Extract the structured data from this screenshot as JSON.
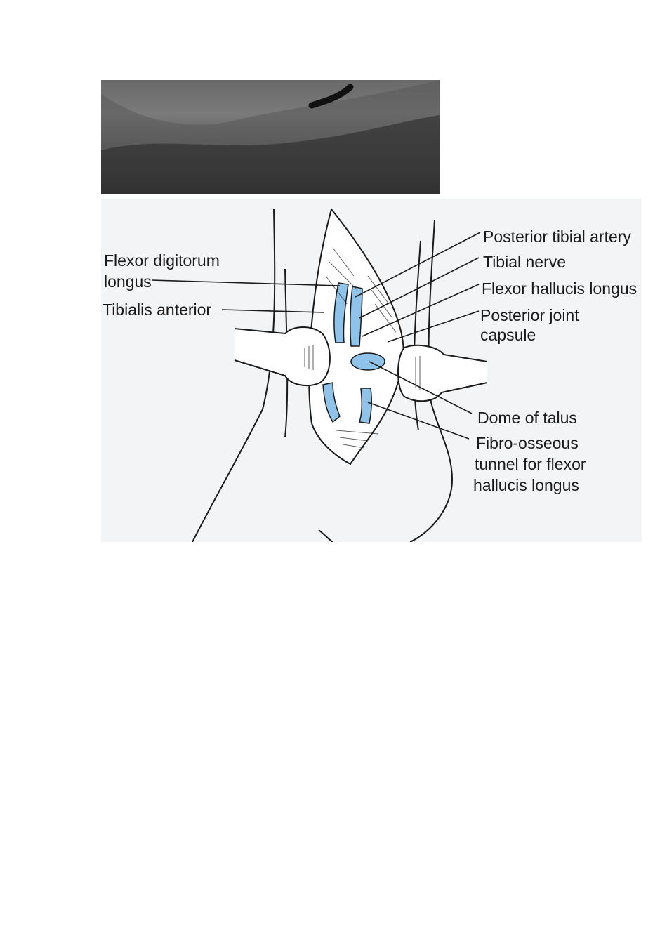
{
  "labels": {
    "flexor_digitorum_1": "Flexor digitorum",
    "flexor_digitorum_2": "longus",
    "tibialis_anterior": "Tibialis anterior",
    "posterior_tibial_artery": "Posterior tibial artery",
    "tibial_nerve": "Tibial nerve",
    "flexor_hallucis_longus": "Flexor hallucis longus",
    "posterior_joint_1": "Posterior joint",
    "posterior_joint_2": "capsule",
    "dome_of_talus": "Dome of talus",
    "fibro_1": "Fibro-osseous",
    "fibro_2": "tunnel for flexor",
    "fibro_3": "hallucis longus"
  },
  "colors": {
    "highlight_blue": "#8fc3ea",
    "line": "#1a1a1a",
    "paper": "#f3f4f6"
  }
}
